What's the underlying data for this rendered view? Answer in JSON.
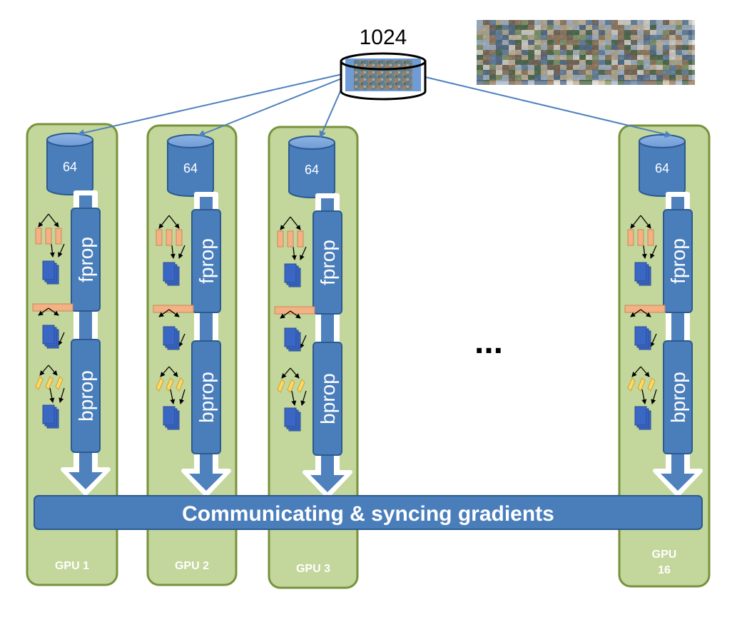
{
  "batch": {
    "label": "1024"
  },
  "ellipsis": "...",
  "sync_bar": {
    "label": "Communicating & syncing gradients"
  },
  "stage_labels": {
    "forward": "fprop",
    "backward": "bprop"
  },
  "colors": {
    "gpu_fill": "#c3d69b",
    "gpu_border": "#77933c",
    "block_fill": "#4a7ebb",
    "block_border": "#2c5a8f",
    "arrow": "#4f81bd",
    "stack_blue": "#3a66c4",
    "salmon": "#f4b183",
    "yellow": "#ffd966"
  },
  "gpus": [
    {
      "name": "GPU  1",
      "shard": "64"
    },
    {
      "name": "GPU  2",
      "shard": "64"
    },
    {
      "name": "GPU  3",
      "shard": "64"
    },
    {
      "name": "GPU\n16",
      "shard": "64"
    }
  ]
}
